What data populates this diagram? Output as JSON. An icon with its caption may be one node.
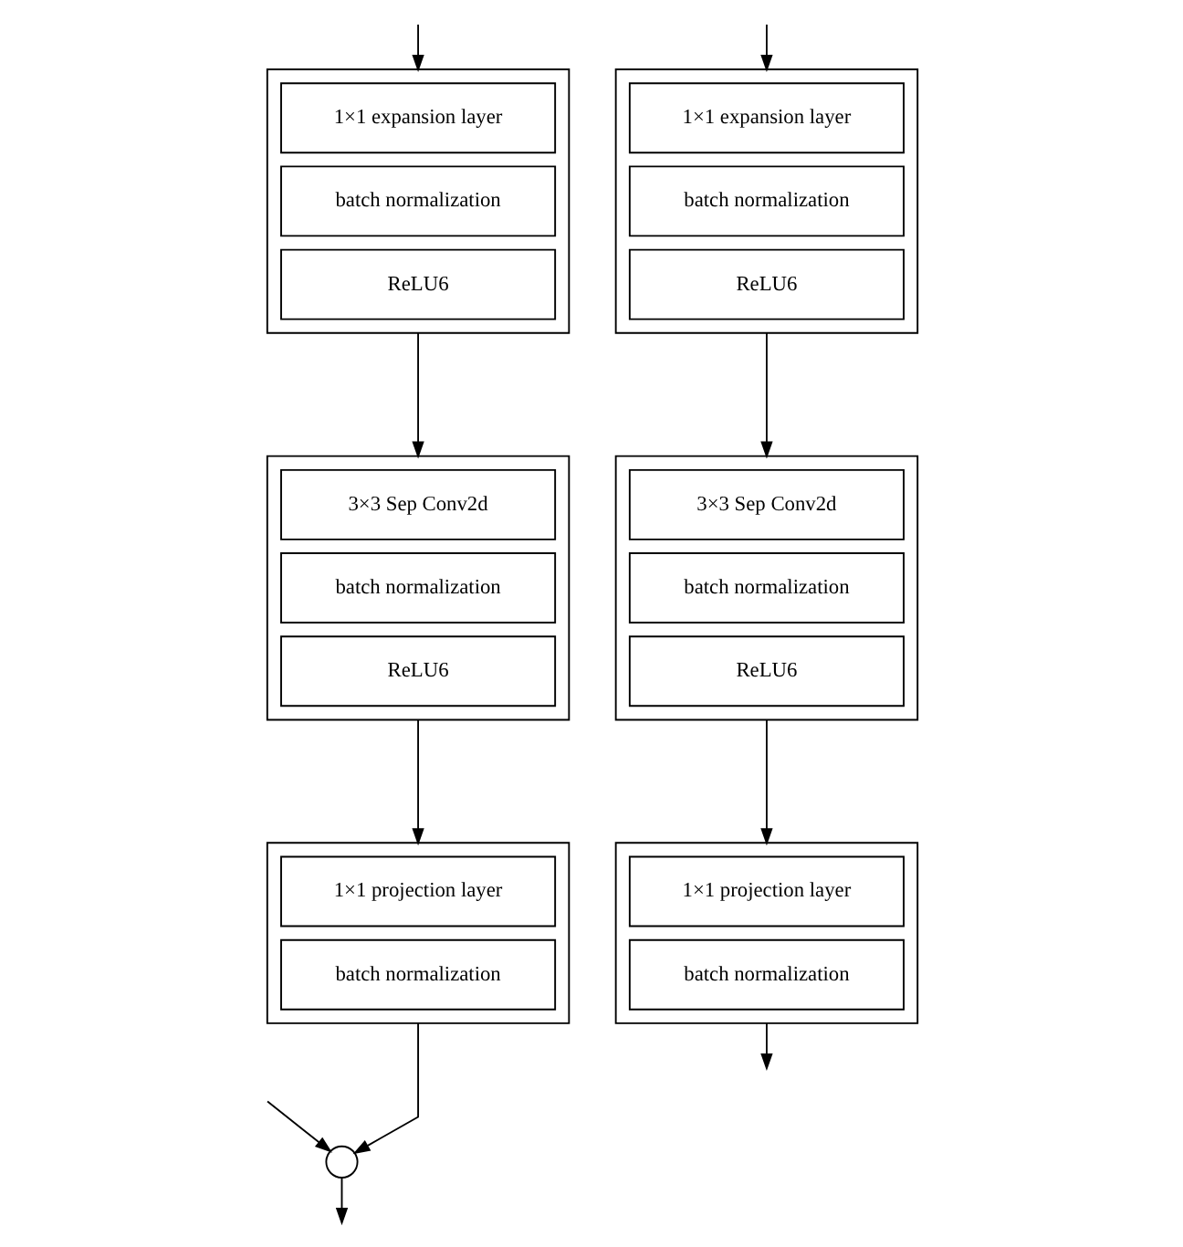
{
  "diagram": {
    "nodes": [
      {
        "text": [],
        "shape": "box"
      },
      {
        "text": [
          "1×1 expansion layer"
        ],
        "in": 0
      },
      {
        "text": [
          "batch normalization"
        ],
        "in": 0
      },
      {
        "text": [
          "ReLU6"
        ],
        "in": 0
      },
      {
        "text": [],
        "shape": "box"
      },
      {
        "text": [
          "3×3 Sep Conv2d"
        ],
        "in": 4
      },
      {
        "text": [
          "batch normalization"
        ],
        "in": 4
      },
      {
        "text": [
          "ReLU6"
        ],
        "in": 4
      },
      {
        "text": [],
        "shape": "box"
      },
      {
        "text": [
          "1×1 projection layer"
        ],
        "in": 8
      },
      {
        "text": [
          "batch normalization"
        ],
        "in": 8
      },
      {
        "text": [],
        "shape": "circle"
      },
      {
        "text": [],
        "shape": "box"
      },
      {
        "text": [
          "1×1 expansion layer"
        ],
        "in": 12
      },
      {
        "text": [
          "batch normalization"
        ],
        "in": 12
      },
      {
        "text": [
          "ReLU6"
        ],
        "in": 12
      },
      {
        "text": [],
        "shape": "box"
      },
      {
        "text": [
          "3×3 Sep Conv2d"
        ],
        "in": 16
      },
      {
        "text": [
          "batch normalization"
        ],
        "in": 16
      },
      {
        "text": [
          "ReLU6"
        ],
        "in": 16
      },
      {
        "text": [],
        "shape": "box"
      },
      {
        "text": [
          "1×1 projection layer"
        ],
        "in": 20
      },
      {
        "text": [
          "batch normalization"
        ],
        "in": 20
      }
    ],
    "edges": [
      {
        "from": null,
        "to": 0,
        "arrow": "to"
      },
      {
        "from": 0,
        "to": 4,
        "arrow": "to"
      },
      {
        "from": 4,
        "to": 8,
        "arrow": "to"
      },
      {
        "from": 8,
        "to": 11,
        "arrow": "to"
      },
      {
        "from": null,
        "to": 11,
        "arrow": "to"
      },
      {
        "from": 11,
        "to": null,
        "arrow": "to"
      },
      {
        "from": null,
        "to": 12,
        "arrow": "to"
      },
      {
        "from": 12,
        "to": 16,
        "arrow": "to"
      },
      {
        "from": 16,
        "to": 20,
        "arrow": "to"
      },
      {
        "from": 20,
        "to": null,
        "arrow": "to"
      }
    ]
  }
}
